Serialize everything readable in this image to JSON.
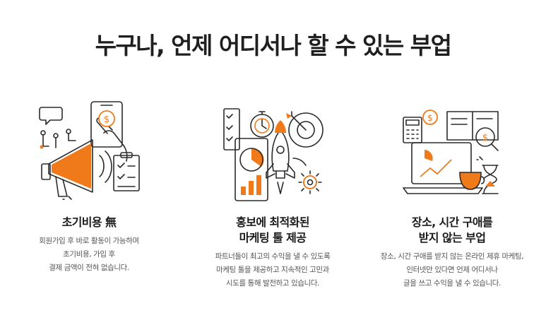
{
  "heading": "누구나, 언제 어디서나 할 수 있는 부업",
  "features": [
    {
      "icon": "megaphone-icon",
      "title_lines": [
        "초기비용 無"
      ],
      "desc_lines": [
        "회원가입 후 바로 활동이 가능하며",
        "초기비용, 가입 후",
        "결제 금액이 전혀 없습니다."
      ]
    },
    {
      "icon": "rocket-icon",
      "title_lines": [
        "홍보에 최적화된",
        "마케팅 툴 제공"
      ],
      "desc_lines": [
        "파트너들이 최고의 수익을 낼 수 있도록",
        "마케팅 툴을 제공하고 지속적인 고민과",
        "시도를 통해 발전하고 있습니다."
      ]
    },
    {
      "icon": "laptop-coffee-icon",
      "title_lines": [
        "장소, 시간 구애를",
        "받지 않는 부업"
      ],
      "desc_lines": [
        "장소, 시간 구애를 받지 않는 온라인 제휴 마케팅,",
        "인터넷만 있다면 언제 어디서나",
        "글을 쓰고 수익을 낼 수 있습니다."
      ]
    }
  ],
  "colors": {
    "accent": "#F07A1A",
    "outline": "#2B2B2B"
  }
}
